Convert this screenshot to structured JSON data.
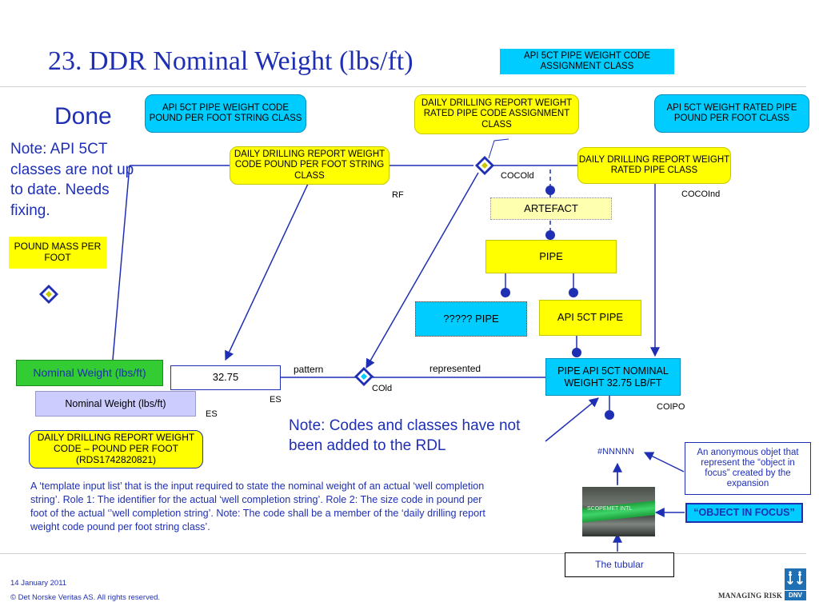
{
  "slide": {
    "title": "23. DDR  Nominal Weight (lbs/ft)",
    "done": "Done",
    "note_classes": "Note: API 5CT classes are not up to date. Needs fixing.",
    "note_codes": "Note: Codes and classes have not been added to the RDL",
    "paragraph": "A ‘template input list’ that is the input required to state the nominal weight of an actual ‘well completion string’. Role 1: The identifier for the actual ‘well completion string’. Role 2: The size code in pound per foot of the actual ‘’well completion string’. Note: The code shall be a member of the ‘daily drilling report weight code pound per foot string class’."
  },
  "boxes": {
    "api_code_assignment": "API 5CT PIPE WEIGHT CODE ASSIGNMENT CLASS",
    "api_code_ppf_string": "API 5CT PIPE WEIGHT CODE POUND PER FOOT STRING CLASS",
    "ddr_rated_code_assignment": "DAILY DRILLING REPORT WEIGHT RATED PIPE CODE ASSIGNMENT CLASS",
    "api_rated_ppf": "API 5CT WEIGHT RATED PIPE POUND PER FOOT CLASS",
    "ddr_code_ppf_string": "DAILY DRILLING REPORT WEIGHT CODE POUND PER FOOT STRING CLASS",
    "ddr_rated_pipe": "DAILY DRILLING REPORT WEIGHT RATED PIPE CLASS",
    "artefact": "ARTEFACT",
    "pipe": "PIPE",
    "unknown_pipe": "????? PIPE",
    "api_pipe": "API 5CT PIPE",
    "pound_mass": "POUND MASS PER FOOT",
    "nominal_weight_green": "Nominal Weight (lbs/ft)",
    "value": "32.75",
    "nominal_weight_lavender": "Nominal Weight (lbs/ft)",
    "pipe_nominal": "PIPE API 5CT NOMINAL WEIGHT 32.75 LB/FT",
    "ddr_weight_code_rds": "DAILY DRILLING REPORT WEIGHT CODE – POUND PER FOOT (RDS1742820821)",
    "anonymous_note": "An anonymous objet that represent the “object in focus” created by the expansion",
    "object_in_focus": "“OBJECT IN FOCUS”",
    "tubular": "The tubular"
  },
  "labels": {
    "cocold_top": "COCOld",
    "rf": "RF",
    "cocoind": "COCOInd",
    "pattern": "pattern",
    "represented": "represented",
    "cold": "COld",
    "es1": "ES",
    "es2": "ES",
    "coipo": "COIPO",
    "nnnnn": "#NNNNN",
    "photo_text": "SCOPEMET INTL"
  },
  "footer": {
    "date": "14 January 2011",
    "copyright": "© Det Norske Veritas AS. All rights reserved.",
    "managing_risk": "MANAGING RISK",
    "dnv": "DNV"
  },
  "colors": {
    "title_blue": "#1f2fb4",
    "yellow": "#ffff00",
    "cyan": "#00ccff",
    "green": "#33cc33",
    "lavender": "#ccccff",
    "line_blue": "#1f2fb4"
  }
}
